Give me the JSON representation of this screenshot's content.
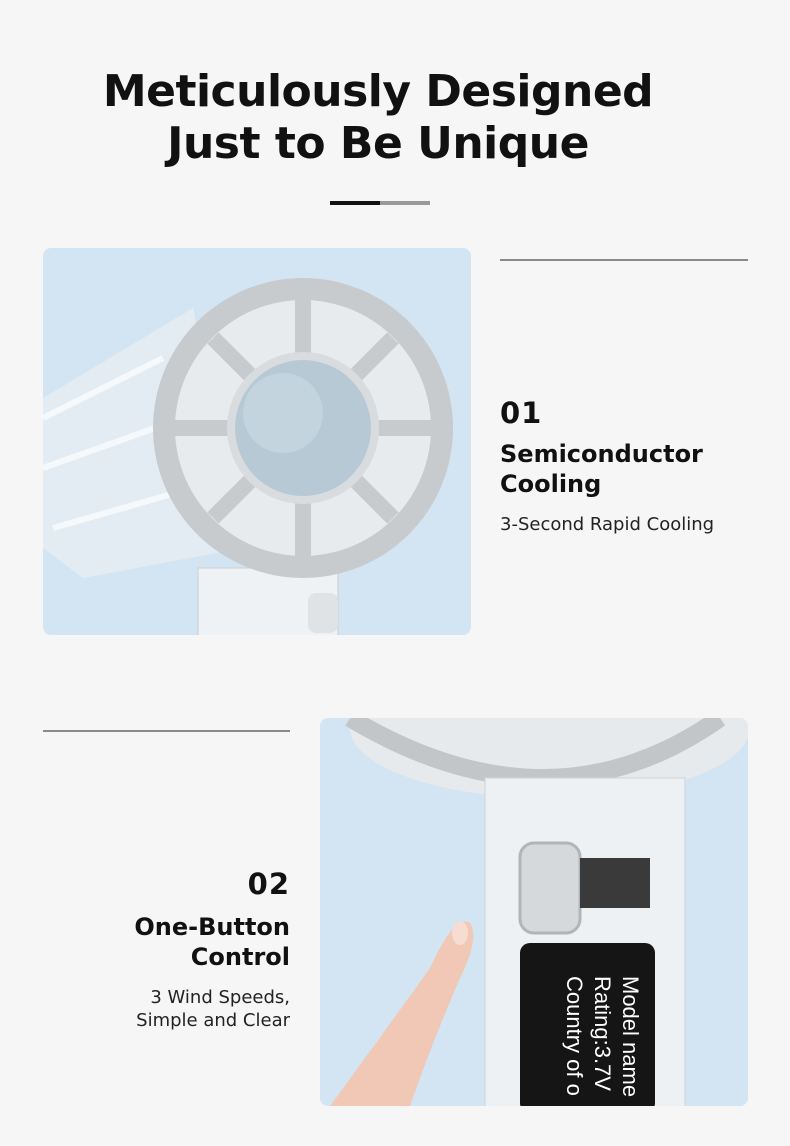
{
  "header": {
    "title_line1": "Meticulously Designed",
    "title_line2": "Just to Be Unique"
  },
  "features": [
    {
      "number": "01",
      "title_line1": "Semiconductor",
      "title_line2": "Cooling",
      "description": "3-Second Rapid Cooling"
    },
    {
      "number": "02",
      "title_line1": "One-Button",
      "title_line2": "Control",
      "description_line1": "3 Wind Speeds,",
      "description_line2": "Simple and Clear"
    }
  ],
  "battery_label": {
    "line1": "Model name",
    "line2": "Rating:3.7V",
    "line3": "Country of o"
  },
  "colors": {
    "background": "#f6f6f6",
    "card": "#d3e5f2",
    "accent_dark": "#111111",
    "accent_gray": "#9a9a9a"
  }
}
